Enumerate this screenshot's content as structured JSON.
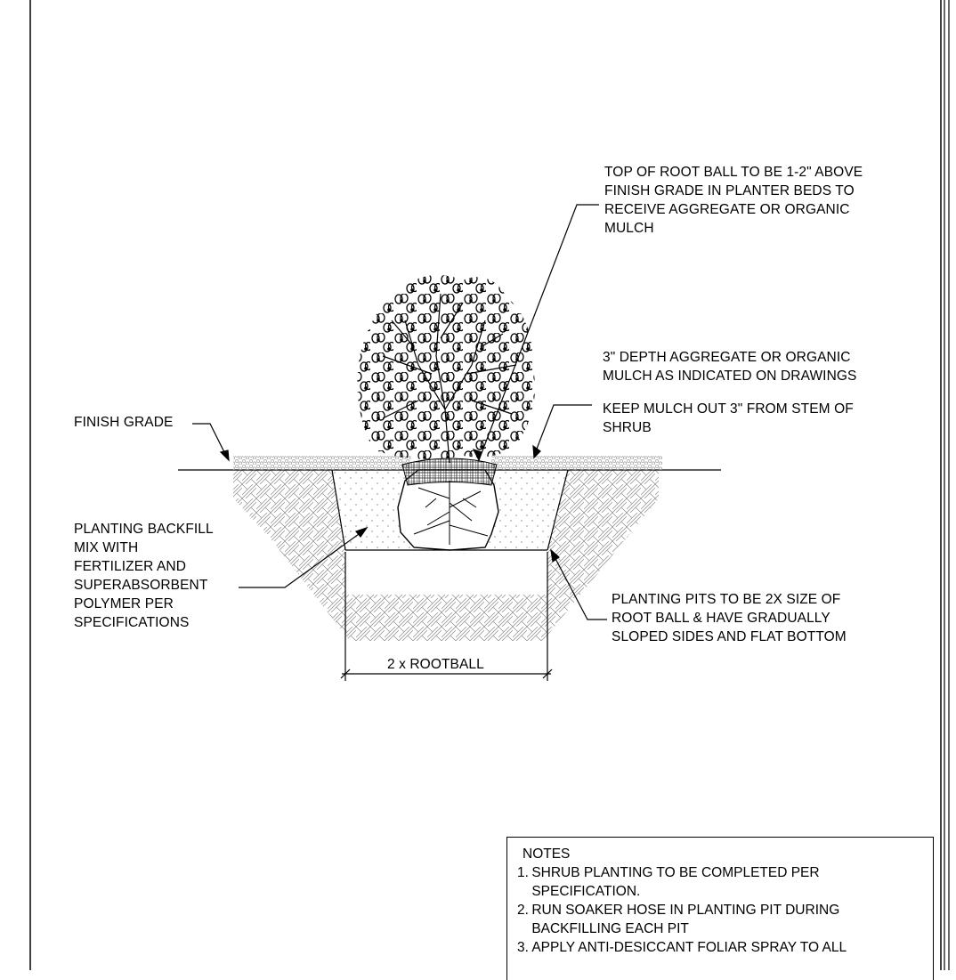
{
  "labels": {
    "root_ball_top": "TOP OF ROOT BALL TO BE 1-2\" ABOVE\nFINISH GRADE IN PLANTER BEDS TO\nRECEIVE AGGREGATE OR ORGANIC\nMULCH",
    "mulch_depth": "3\" DEPTH AGGREGATE OR ORGANIC\nMULCH AS INDICATED ON DRAWINGS",
    "mulch_out": "KEEP MULCH OUT 3\" FROM STEM OF\nSHRUB",
    "finish_grade": "FINISH GRADE",
    "backfill": "PLANTING BACKFILL\nMIX WITH\nFERTILIZER AND\nSUPERABSORBENT\nPOLYMER PER\nSPECIFICATIONS",
    "pits": "PLANTING PITS TO BE 2X SIZE OF\nROOT BALL & HAVE GRADUALLY\nSLOPED SIDES AND FLAT BOTTOM",
    "dimension": "2 x ROOTBALL"
  },
  "notes": {
    "title": "NOTES",
    "items": [
      {
        "num": "1.",
        "text": "SHRUB PLANTING TO BE COMPLETED PER\nSPECIFICATION."
      },
      {
        "num": "2.",
        "text": "RUN SOAKER HOSE IN PLANTING PIT DURING\nBACKFILLING EACH PIT"
      },
      {
        "num": "3.",
        "text": "APPLY ANTI-DESICCANT FOLIAR SPRAY TO ALL"
      }
    ]
  }
}
